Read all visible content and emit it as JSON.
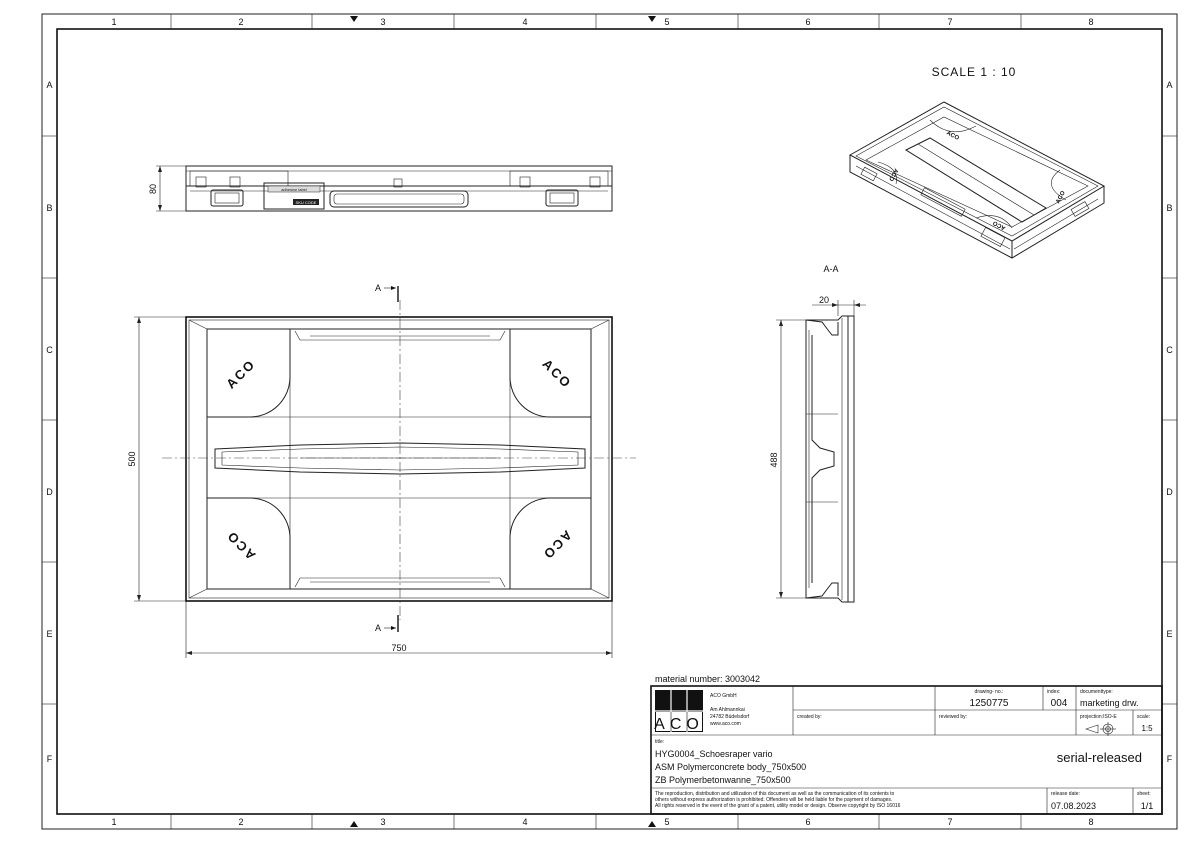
{
  "frame": {
    "columns": [
      "1",
      "2",
      "3",
      "4",
      "5",
      "6",
      "7",
      "8"
    ],
    "rows": [
      "A",
      "B",
      "C",
      "D",
      "E",
      "F"
    ]
  },
  "scale_label": "SCALE 1 : 10",
  "section_label": "A-A",
  "section_marker": "A",
  "logo_text": "ACO",
  "dimensions": {
    "height_side": "80",
    "width_plan": "500",
    "length_plan": "750",
    "section_height": "488",
    "section_width": "20"
  },
  "side_labels": [
    "adhesive label",
    "SKU CODE"
  ],
  "material_number": "material number: 3003042",
  "title_block": {
    "company": "ACO GmbH",
    "address": [
      "Am Ahlmannkai",
      "24782 Büdelsdorf",
      "www.aco.com"
    ],
    "created_by_label": "created by:",
    "reviewed_by_label": "reviewed by:",
    "drawing_no_label": "drawing- no.:",
    "drawing_no": "1250775",
    "index_label": "index:",
    "index": "004",
    "doctype_label": "documenttype:",
    "doctype": "marketing drw.",
    "projection_label": "projection:ISO-E",
    "scale_label": "scale:",
    "scale": "1:5",
    "title_label": "title:",
    "title_lines": [
      "HYG0004_Schoesraper vario",
      "ASM Polymerconcrete body_750x500",
      "ZB Polymerbetonwanne_750x500"
    ],
    "status": "serial-released",
    "notice": [
      "The reproduction, distribution and utilization of this document as well as the communication of its contents to",
      "others without express authorization is prohibited. Offenders will be held liable for the payment of damages.",
      "All rights reserved in the event of the grant of a patent, utility model or design. Observe copyright by ISO 16016"
    ],
    "release_label": "release date:",
    "release_date": "07.08.2023",
    "sheet_label": "sheet:",
    "sheet": "1/1"
  }
}
